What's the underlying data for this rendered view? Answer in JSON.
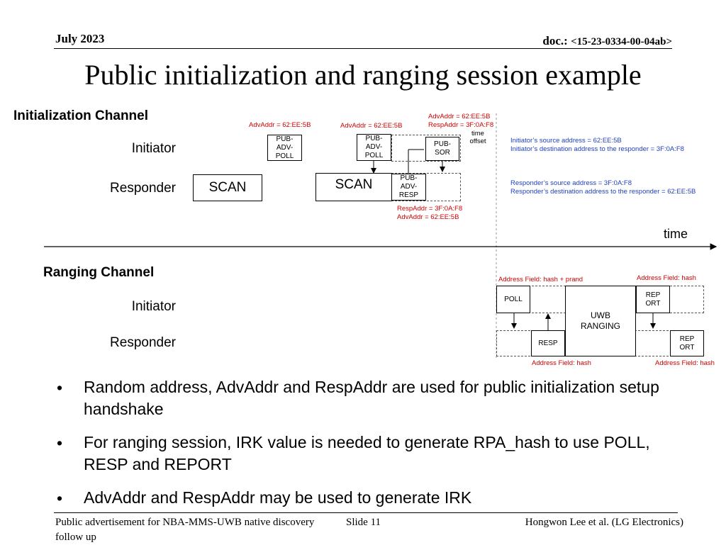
{
  "header": {
    "date": "July 2023",
    "doc_label": "doc.:",
    "doc_number": "<15-23-0334-00-04ab>"
  },
  "title": "Public initialization and ranging session example",
  "init_channel": {
    "label": "Initialization Channel",
    "initiator_label": "Initiator",
    "responder_label": "Responder",
    "scan1": "SCAN",
    "scan2": "SCAN",
    "pub_adv_poll_1": "PUB-\nADV-\nPOLL",
    "pub_adv_poll_2": "PUB-\nADV-\nPOLL",
    "pub_sor": "PUB-\nSOR",
    "pub_adv_resp": "PUB-\nADV-\nRESP",
    "advaddr_note_1": "AdvAddr = 62:EE:5B",
    "advaddr_note_2": "AdvAddr = 62:EE:5B",
    "sor_note_advaddr": "AdvAddr = 62:EE:5B",
    "sor_note_respaddr": "RespAddr = 3F:0A:F8",
    "time_offset_1": "time",
    "time_offset_2": "offset",
    "resp_note_respaddr": "RespAddr = 3F:0A:F8",
    "resp_note_advaddr": "AdvAddr = 62:EE:5B",
    "initiator_src": "Initiator’s source address = 62:EE:5B",
    "initiator_dst": "Initiator’s destination address to the responder = 3F:0A:F8",
    "responder_src": "Responder’s source address = 3F:0A:F8",
    "responder_dst": "Responder’s destination address to the responder = 62:EE:5B",
    "time_label": "time"
  },
  "ranging_channel": {
    "label": "Ranging Channel",
    "initiator_label": "Initiator",
    "responder_label": "Responder",
    "poll": "POLL",
    "resp": "RESP",
    "report_1": "REP\nORT",
    "report_2": "REP\nORT",
    "uwb_ranging": "UWB\nRANGING",
    "poll_note": "Address Field: hash + prand",
    "report_note_top": "Address Field: hash",
    "resp_note": "Address Field: hash",
    "report_note_bottom": "Address Field: hash"
  },
  "bullets": [
    "Random address, AdvAddr and RespAddr are used for public initialization setup handshake",
    "For ranging session, IRK value is needed to generate RPA_hash to use POLL, RESP and REPORT",
    "AdvAddr and RespAddr may be used to generate IRK"
  ],
  "bullet_symbol": "•",
  "footer": {
    "left": "Public advertisement for NBA-MMS-UWB native discovery follow up",
    "center": "Slide 11",
    "right": "Hongwon Lee et al. (LG Electronics)"
  },
  "colors": {
    "red_note": "#d00000",
    "blue_note": "#1f3fbf"
  }
}
